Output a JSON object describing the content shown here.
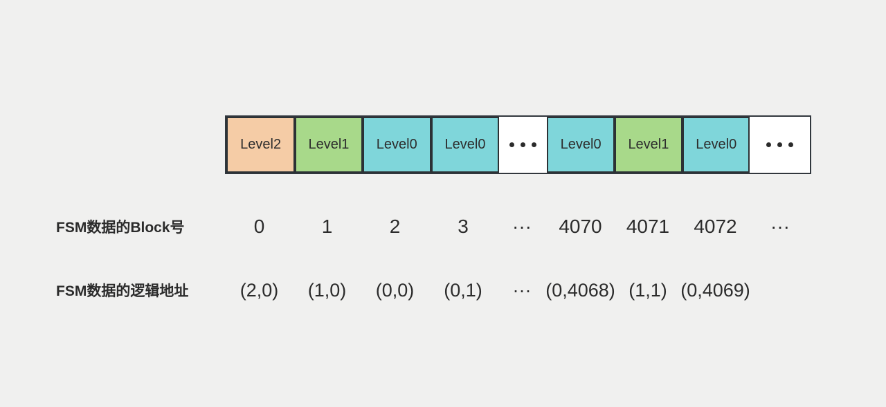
{
  "colors": {
    "background": "#F0F0EF",
    "bar_background": "#FFFFFF",
    "border": "#31373D",
    "block_border": "#2C3135",
    "text": "#2B2B2B",
    "peach": "#F5CCA6",
    "green": "#A8D98A",
    "cyan": "#7FD6DA"
  },
  "bar": {
    "cells": [
      {
        "kind": "block",
        "color": "peach",
        "label": "Level2"
      },
      {
        "kind": "block",
        "color": "green",
        "label": "Level1"
      },
      {
        "kind": "block",
        "color": "cyan",
        "label": "Level0"
      },
      {
        "kind": "block",
        "color": "cyan",
        "label": "Level0"
      },
      {
        "kind": "gap",
        "ellipsis": "dots"
      },
      {
        "kind": "block",
        "color": "cyan",
        "label": "Level0"
      },
      {
        "kind": "block",
        "color": "green",
        "label": "Level1"
      },
      {
        "kind": "block",
        "color": "cyan",
        "label": "Level0"
      },
      {
        "kind": "gap",
        "ellipsis": "dots"
      }
    ]
  },
  "rows": [
    {
      "id": "block-number",
      "label": "FSM数据的Block号",
      "values": [
        "0",
        "1",
        "2",
        "3",
        "···",
        "4070",
        "4071",
        "4072",
        "···"
      ]
    },
    {
      "id": "logical-address",
      "label": "FSM数据的逻辑地址",
      "values": [
        "(2,0)",
        "(1,0)",
        "(0,0)",
        "(0,1)",
        "···",
        "(0,4068)",
        "(1,1)",
        "(0,4069)",
        ""
      ]
    }
  ]
}
